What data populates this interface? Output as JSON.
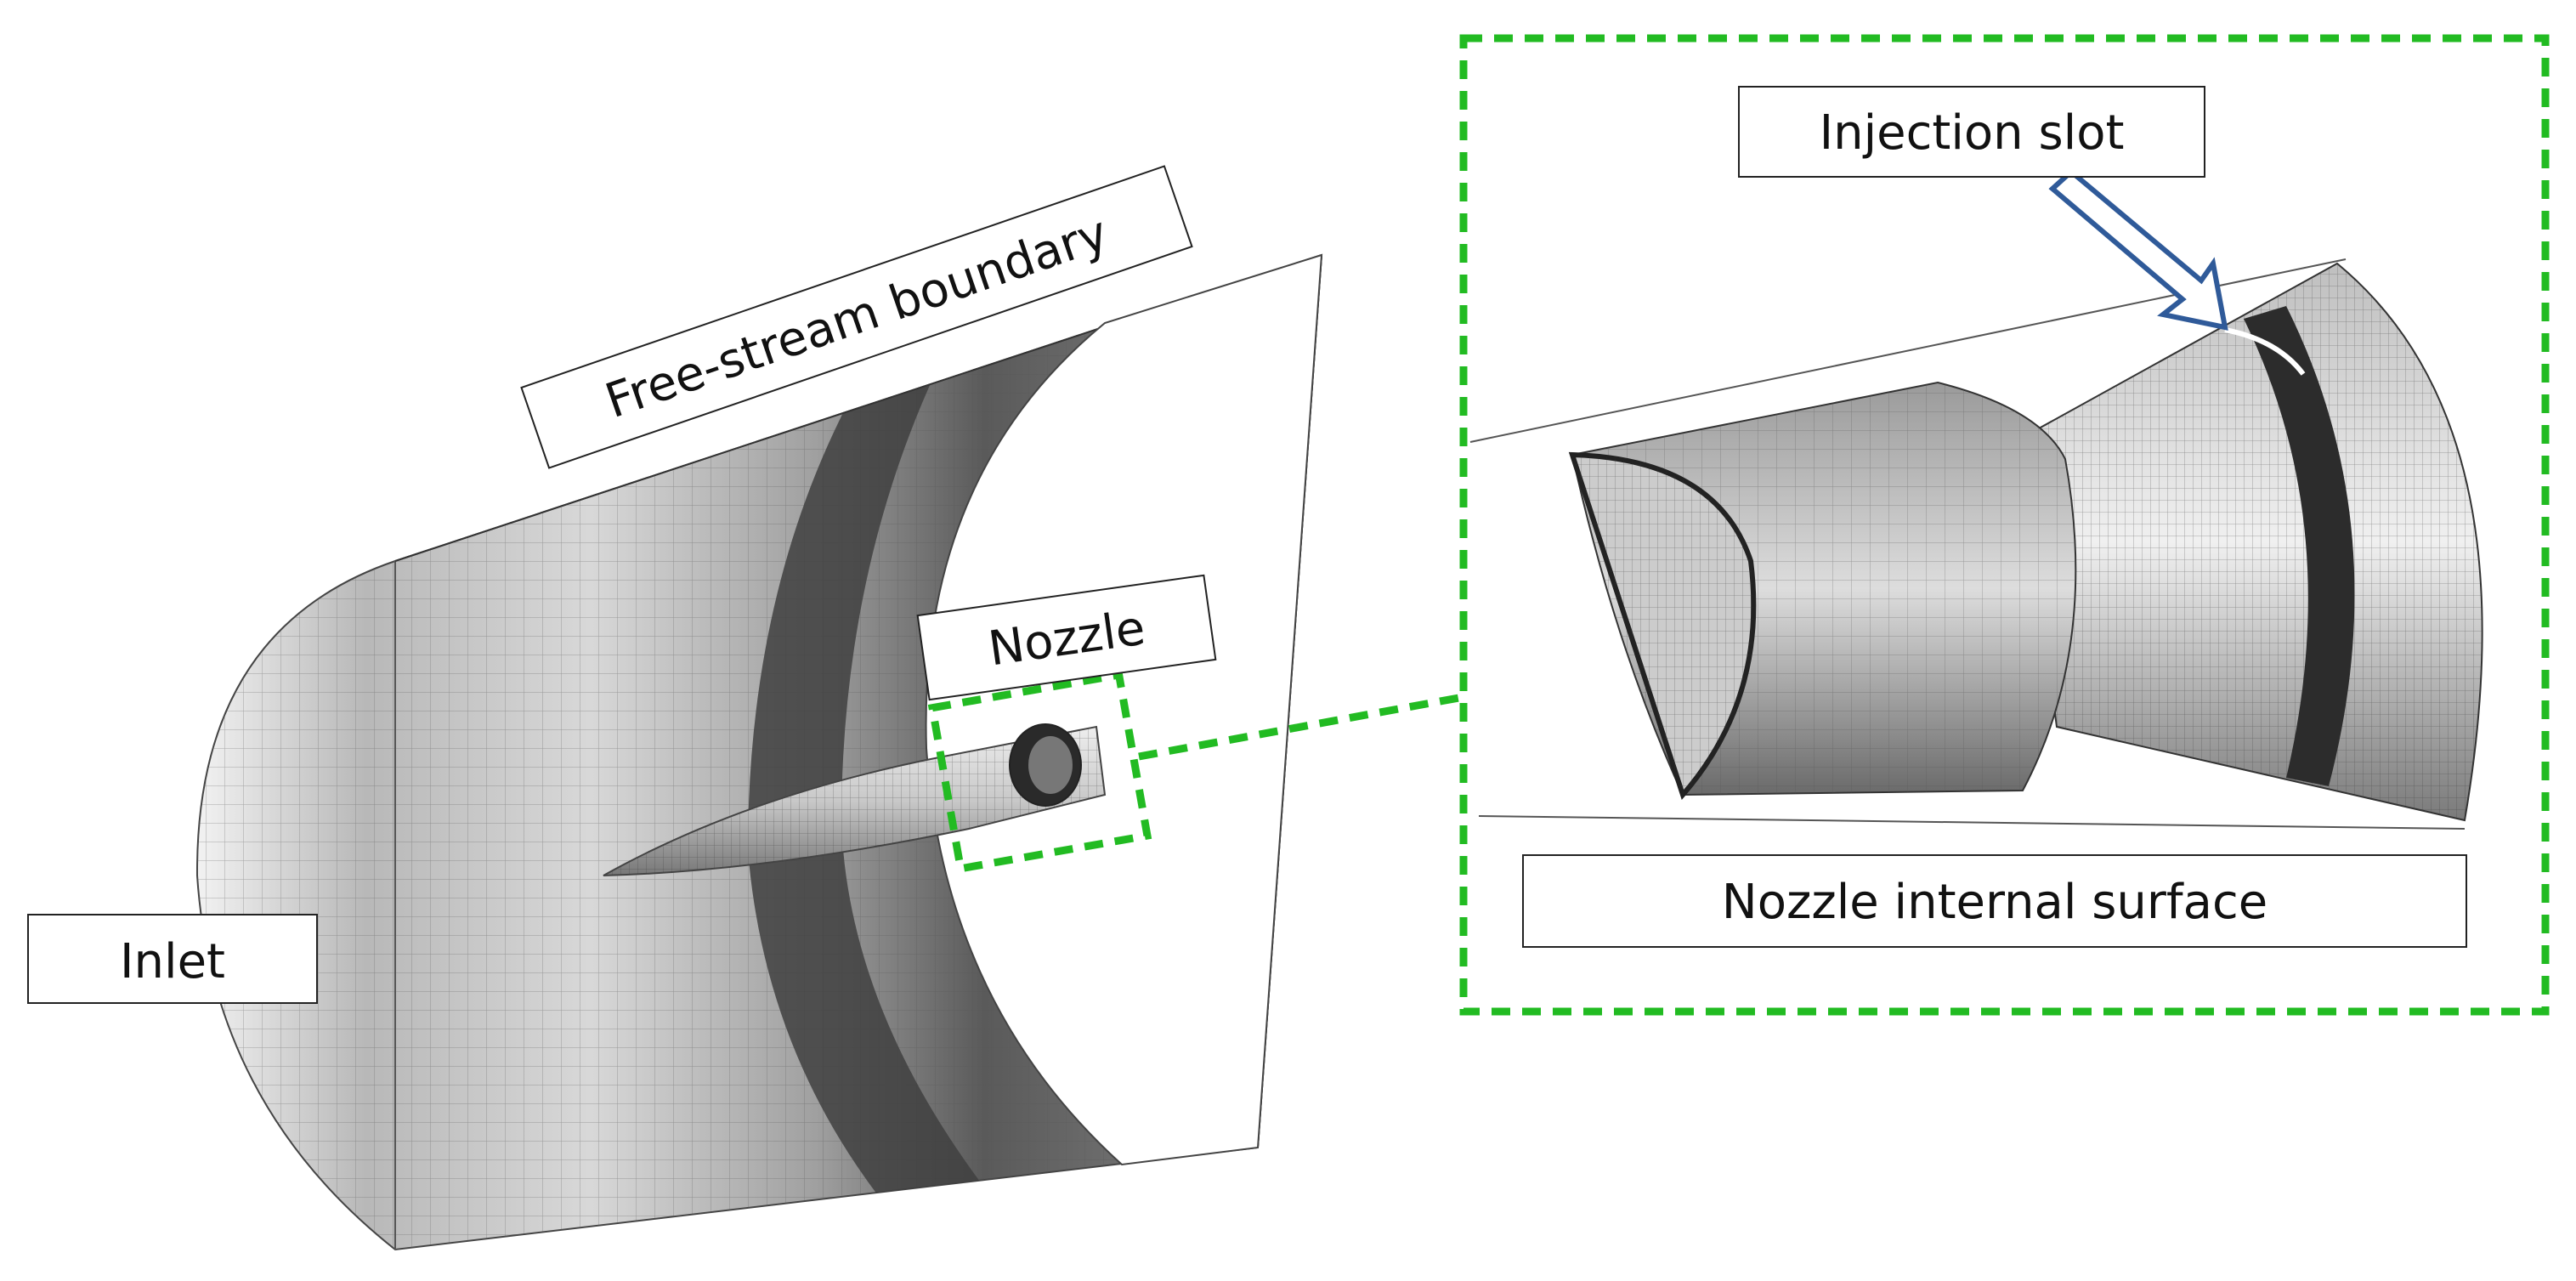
{
  "labels": {
    "free_stream_boundary": "Free-stream boundary",
    "nozzle": "Nozzle",
    "inlet": "Inlet",
    "injection_slot": "Injection slot",
    "nozzle_internal_surface": "Nozzle internal surface"
  },
  "colors": {
    "highlight_dashed": "#22bb22",
    "arrow": "#2f5a99",
    "mesh_dark": "#3a3a3a",
    "mesh_mid": "#8a8a8a",
    "mesh_light": "#eeeeee"
  }
}
